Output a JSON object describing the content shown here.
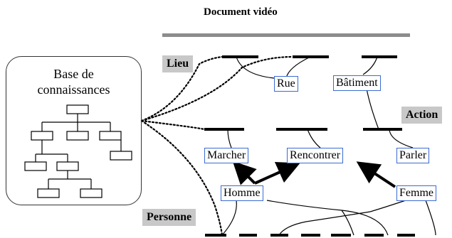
{
  "document": {
    "title": "Document vidéo"
  },
  "knowledge_base": {
    "title_line1": "Base de",
    "title_line2": "connaissances"
  },
  "categories": {
    "lieu": "Lieu",
    "action": "Action",
    "personne": "Personne"
  },
  "concepts": {
    "rue": "Rue",
    "batiment": "Bâtiment",
    "marcher": "Marcher",
    "rencontrer": "Rencontrer",
    "parler": "Parler",
    "homme": "Homme",
    "femme": "Femme"
  },
  "colors": {
    "category_bg": "#c8c8c8",
    "concept_border": "#3a6bd0",
    "document_bar": "#8c8c8c",
    "ink": "#000000"
  }
}
